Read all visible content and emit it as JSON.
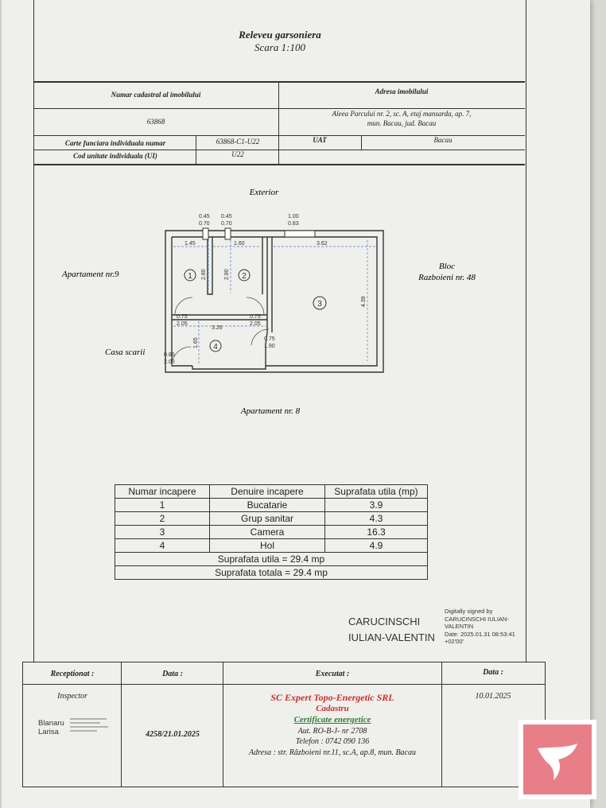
{
  "header": {
    "title": "Releveu garsoniera",
    "scale": "Scara 1:100"
  },
  "info": {
    "cadastral_label": "Numar cadastral al imobilului",
    "cadastral_value": "63868",
    "address_label": "Adresa imobilului",
    "address_value_1": "Aleea Parcului nr. 2, sc. A, etaj mansarda, ap. 7,",
    "address_value_2": "mun. Bacau, jud. Bacau",
    "cf_label": "Carte funciara individuala numar",
    "cf_value": "63868-C1-U22",
    "uat_label": "UAT",
    "uat_value": "Bacau",
    "ui_label": "Cod unitate individuala (UI)",
    "ui_value": "U22"
  },
  "plan": {
    "exterior": "Exterior",
    "left_neighbor": "Apartament nr.9",
    "right_neighbor_1": "Bloc",
    "right_neighbor_2": "Razboieni nr. 48",
    "stairs": "Casa scarii",
    "bottom_neighbor": "Apartament nr. 8",
    "win1_top": "0.45",
    "win1_bot": "0.70",
    "win2_top": "0.45",
    "win2_bot": "0.70",
    "win3_top": "1.00",
    "win3_bot": "0.83",
    "dim_145": "1.45",
    "dim_160": "1.60",
    "dim_362": "3.62",
    "dim_280a": "2.80",
    "dim_280b": "2.80",
    "dim_439": "4.39",
    "dim_326": "3.26",
    "dim_165": "1.65",
    "door1_top": "0.75",
    "door1_bot": "2.05",
    "door2_top": "0.75",
    "door2_bot": "2.05",
    "door3_top": "0.75",
    "door3_bot": "1.90",
    "door4_top": "0.85",
    "door4_bot": "2.00",
    "room1": "1",
    "room2": "2",
    "room3": "3",
    "room4": "4"
  },
  "table": {
    "headers": [
      "Numar incapere",
      "Denuire incapere",
      "Suprafata utila (mp)"
    ],
    "rows": [
      [
        "1",
        "Bucatarie",
        "3.9"
      ],
      [
        "2",
        "Grup sanitar",
        "4.3"
      ],
      [
        "3",
        "Camera",
        "16.3"
      ],
      [
        "4",
        "Hol",
        "4.9"
      ]
    ],
    "total_util": "Suprafata utila = 29.4 mp",
    "total_total": "Suprafata totala = 29.4 mp"
  },
  "signature": {
    "name_1": "CARUCINSCHI",
    "name_2": "IULIAN-VALENTIN",
    "digital_1": "Digitally signed by",
    "digital_2": "CARUCINSCHI IULIAN-",
    "digital_3": "VALENTIN",
    "digital_4": "Date: 2025.01.31 08:53:41",
    "digital_5": "+02'00'"
  },
  "footer": {
    "receptionat": "Receptionat :",
    "data_label_1": "Data :",
    "executat": "Executat :",
    "data_label_2": "Data :",
    "inspector": "Inspector",
    "inspector_name_1": "Blanaru",
    "inspector_name_2": "Larisa",
    "reg_no": "4258/21.01.2025",
    "company": "SC Expert Topo-Energetic SRL",
    "cadastru": "Cadastru",
    "cert": "Certificate energetice",
    "aut": "Aut. RO-B-J- nr 2708",
    "phone": "Telefon : 0742 090 136",
    "address": "Adresa : str. Războieni nr.11, sc.A, ap.8, mun. Bacau",
    "date_exec": "10.01.2025"
  },
  "colors": {
    "ink": "#222222",
    "company_red": "#c8302a",
    "cert_green": "#2d7d3a",
    "dim_blue": "#4f7fc4",
    "logo_pink": "#e87f88"
  }
}
